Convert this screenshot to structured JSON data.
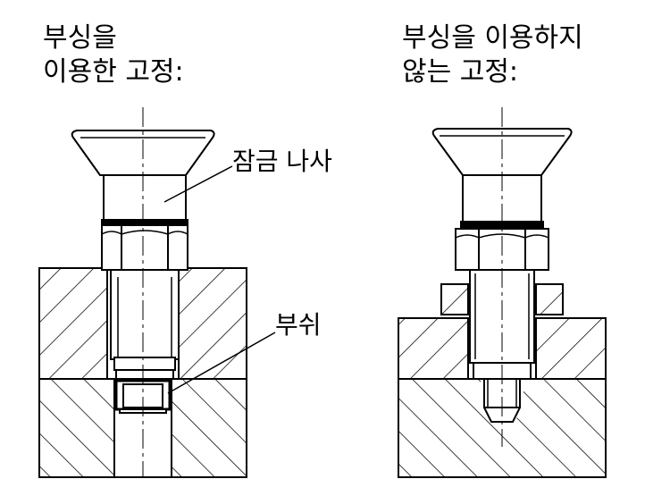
{
  "captions": {
    "with_bushing": "부싱을\n이용한 고정:",
    "without_bushing": "부싱을 이용하지\n않는 고정:"
  },
  "labels": {
    "lock_screw": "잠금 나사",
    "bushing": "부쉬"
  },
  "colors": {
    "line": "#000000",
    "background": "#ffffff"
  }
}
